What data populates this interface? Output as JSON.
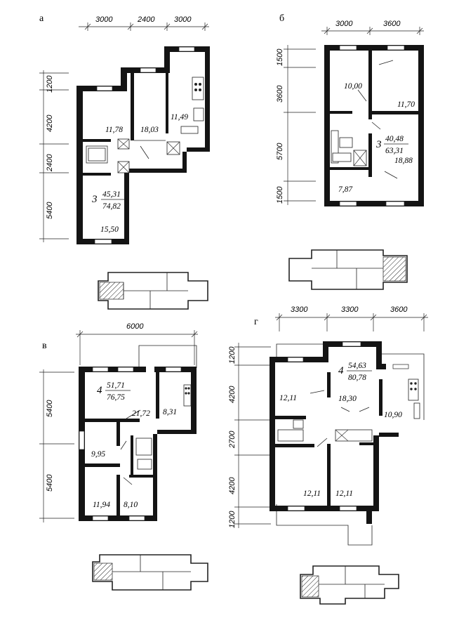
{
  "plans": {
    "a": {
      "label": "а",
      "top_dims": [
        "3000",
        "2400",
        "3000"
      ],
      "side_dims": [
        "1200",
        "4200",
        "2400",
        "5400"
      ],
      "rooms": [
        "11,78",
        "18,03",
        "11,49",
        "15,50"
      ],
      "apt": {
        "rooms": "3",
        "living": "45,31",
        "total": "74,82"
      }
    },
    "b": {
      "label": "б",
      "top_dims": [
        "3000",
        "3600"
      ],
      "side_dims": [
        "1500",
        "3600",
        "5700",
        "1500"
      ],
      "rooms": [
        "10,00",
        "11,70",
        "18,88",
        "7,87"
      ],
      "apt": {
        "rooms": "3",
        "living": "40,48",
        "total": "63,31"
      }
    },
    "v": {
      "label": "в",
      "top_dims": [
        "6000"
      ],
      "side_dims": [
        "5400",
        "5400"
      ],
      "rooms": [
        "21,72",
        "8,31",
        "9,95",
        "11,94",
        "8,10"
      ],
      "apt": {
        "rooms": "4",
        "living": "51,71",
        "total": "76,75"
      }
    },
    "g": {
      "label": "г",
      "top_dims": [
        "3300",
        "3300",
        "3600"
      ],
      "side_dims": [
        "1200",
        "4200",
        "2700",
        "4200",
        "1200"
      ],
      "rooms": [
        "12,11",
        "18,30",
        "10,90",
        "12,11",
        "12,11"
      ],
      "apt": {
        "rooms": "4",
        "living": "54,63",
        "total": "80,78"
      }
    }
  }
}
